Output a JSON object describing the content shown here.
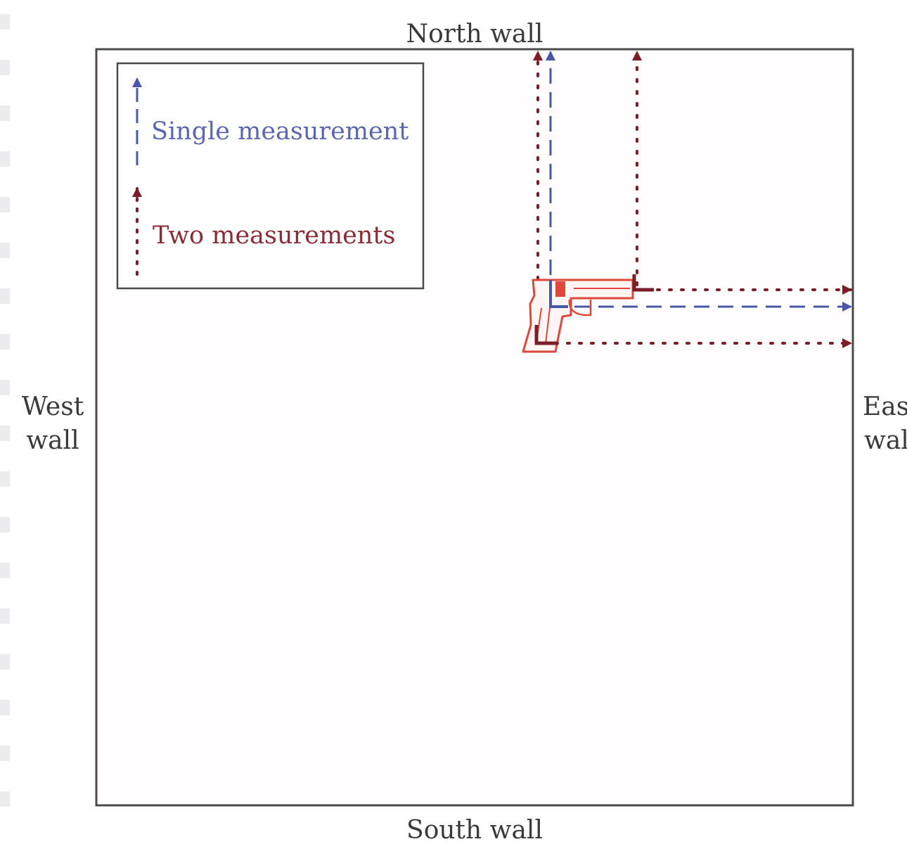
{
  "walls": {
    "north": "North wall",
    "south": "South wall",
    "west_line1": "West",
    "west_line2": "wall",
    "east_line1": "East",
    "east_line2": "wall"
  },
  "legend": {
    "single": "Single measurement",
    "two": "Two measurements"
  },
  "colors": {
    "single": "#4a57a8",
    "two": "#7a1f2a",
    "gun": "#e0473c",
    "wall": "#4a4a4a"
  },
  "icons": {
    "evidence": "handgun-icon"
  }
}
